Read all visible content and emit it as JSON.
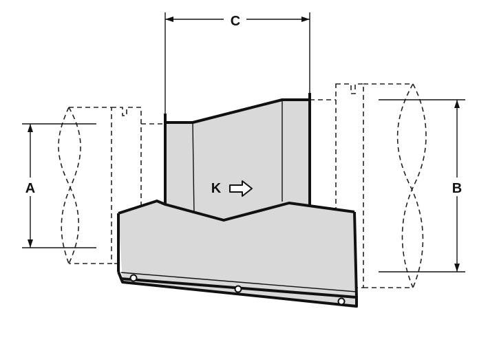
{
  "labels": {
    "a": "A",
    "b": "B",
    "c": "C",
    "k": "K"
  },
  "colors": {
    "fill": "#d9d9d9",
    "stroke": "#111111"
  },
  "icons": {
    "flow": "outline-arrow-right-icon"
  }
}
